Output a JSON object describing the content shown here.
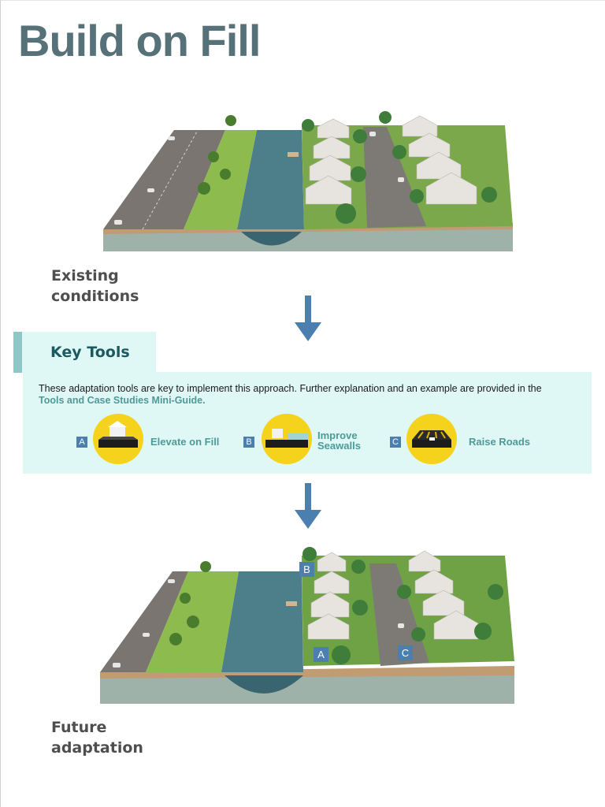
{
  "title": "Build on Fill",
  "existing_caption": "Existing\nconditions",
  "future_caption": "Future\nadaptation",
  "key_tools": {
    "heading": "Key Tools",
    "description": "These adaptation tools are key to implement this approach. Further explanation and an example are provided in the",
    "link": "Tools and Case Studies Mini-Guide.",
    "tools": [
      {
        "letter": "A",
        "label": "Elevate on Fill"
      },
      {
        "letter": "B",
        "label": "Improve\nSeawalls"
      },
      {
        "letter": "C",
        "label": "Raise Roads"
      }
    ]
  },
  "future_badges": {
    "a": "A",
    "b": "B",
    "c": "C"
  },
  "colors": {
    "title": "#567178",
    "accent_blue": "#4a7fb0",
    "tool_text": "#4e9a96",
    "panel_bg": "#dff7f5",
    "tool_circle": "#f5d31c"
  },
  "icons": [
    "down-arrow-icon",
    "elevate-on-fill-icon",
    "improve-seawalls-icon",
    "raise-roads-icon"
  ]
}
